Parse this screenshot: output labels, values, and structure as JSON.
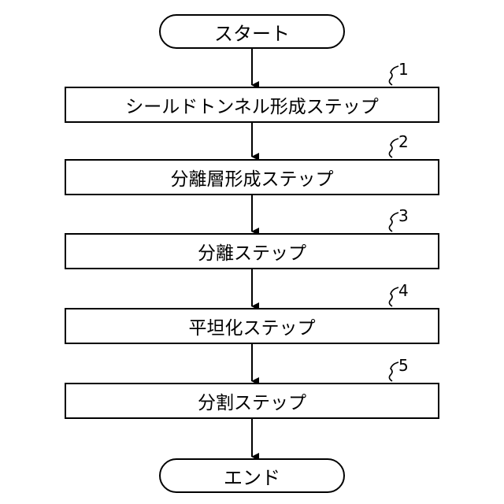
{
  "start_label": "スタート",
  "end_label": "エンド",
  "steps": [
    {
      "ref": "1",
      "label": "シールドトンネル形成ステップ"
    },
    {
      "ref": "2",
      "label": "分離層形成ステップ"
    },
    {
      "ref": "3",
      "label": "分離ステップ"
    },
    {
      "ref": "4",
      "label": "平坦化ステップ"
    },
    {
      "ref": "5",
      "label": "分割ステップ"
    }
  ]
}
